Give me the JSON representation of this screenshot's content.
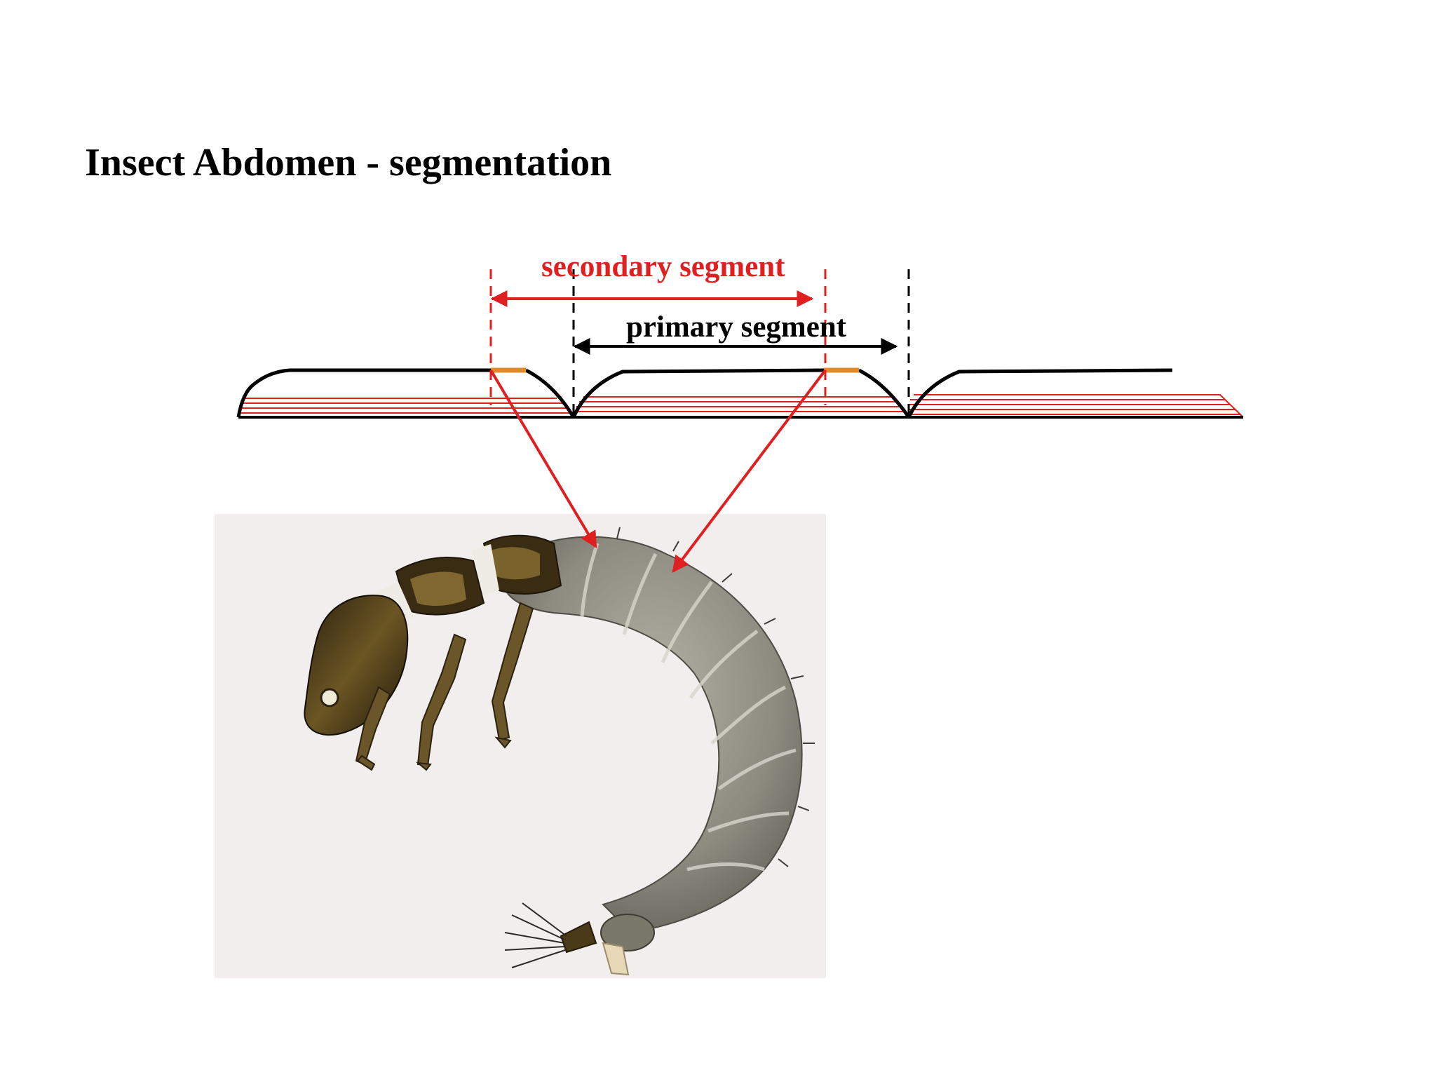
{
  "title": "Insect Abdomen - segmentation",
  "labels": {
    "secondary": "secondary segment",
    "primary": "primary segment"
  },
  "colors": {
    "secondary": "#e02020",
    "primary": "#000000",
    "intersegmental_membrane": "#e08a2a",
    "muscle_lines": "#e02020"
  },
  "icons": {
    "insect": "caddisfly-larva-illustration"
  }
}
